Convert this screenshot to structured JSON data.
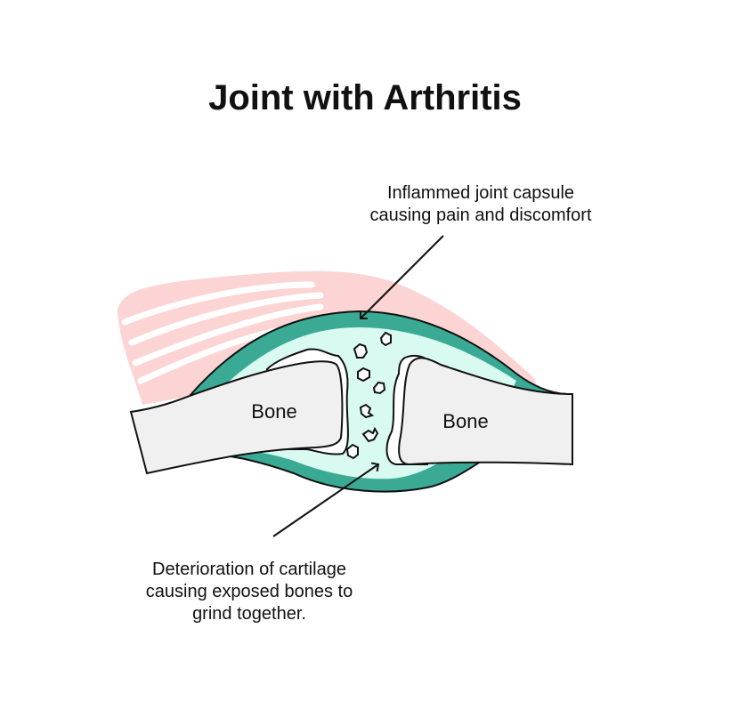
{
  "title": "Joint with Arthritis",
  "labels": {
    "capsule": [
      "Inflammed joint capsule",
      "causing pain and discomfort"
    ],
    "cartilage": [
      "Deterioration of cartilage",
      "causing exposed bones to",
      "grind together."
    ]
  },
  "bones": [
    "Bone",
    "Bone"
  ],
  "colors": {
    "muscle": "#fdd4d4",
    "capsule": "#3aaa94",
    "fluid": "#d8faf0",
    "bone": "#f0f0f0"
  }
}
